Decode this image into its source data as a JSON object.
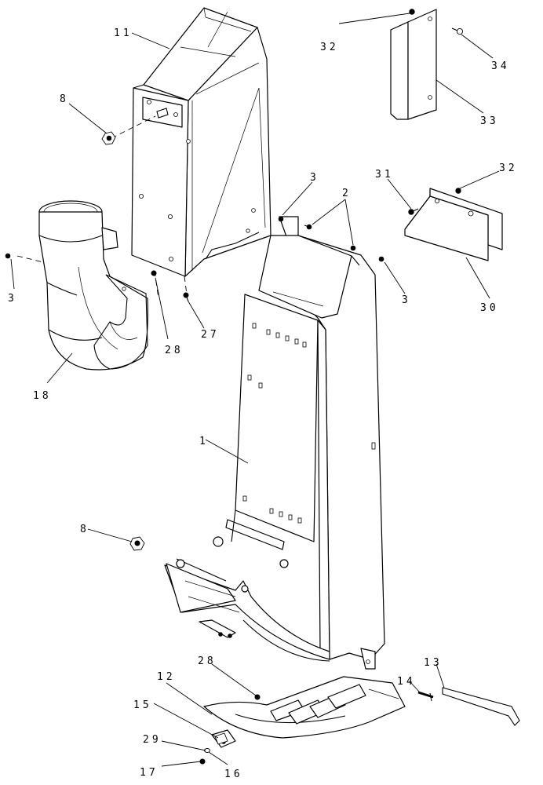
{
  "callouts": {
    "c1": "1",
    "c2": "2",
    "c3a": "3",
    "c3b": "3",
    "c3c": "3",
    "c8a": "8",
    "c8b": "8",
    "c11": "11",
    "c12": "12",
    "c13": "13",
    "c14": "14",
    "c15": "15",
    "c16": "16",
    "c17": "17",
    "c18": "18",
    "c27": "27",
    "c28a": "28",
    "c28b": "28",
    "c29": "29",
    "c30": "30",
    "c31": "31",
    "c32a": "32",
    "c32b": "32",
    "c33": "33",
    "c34": "34"
  }
}
